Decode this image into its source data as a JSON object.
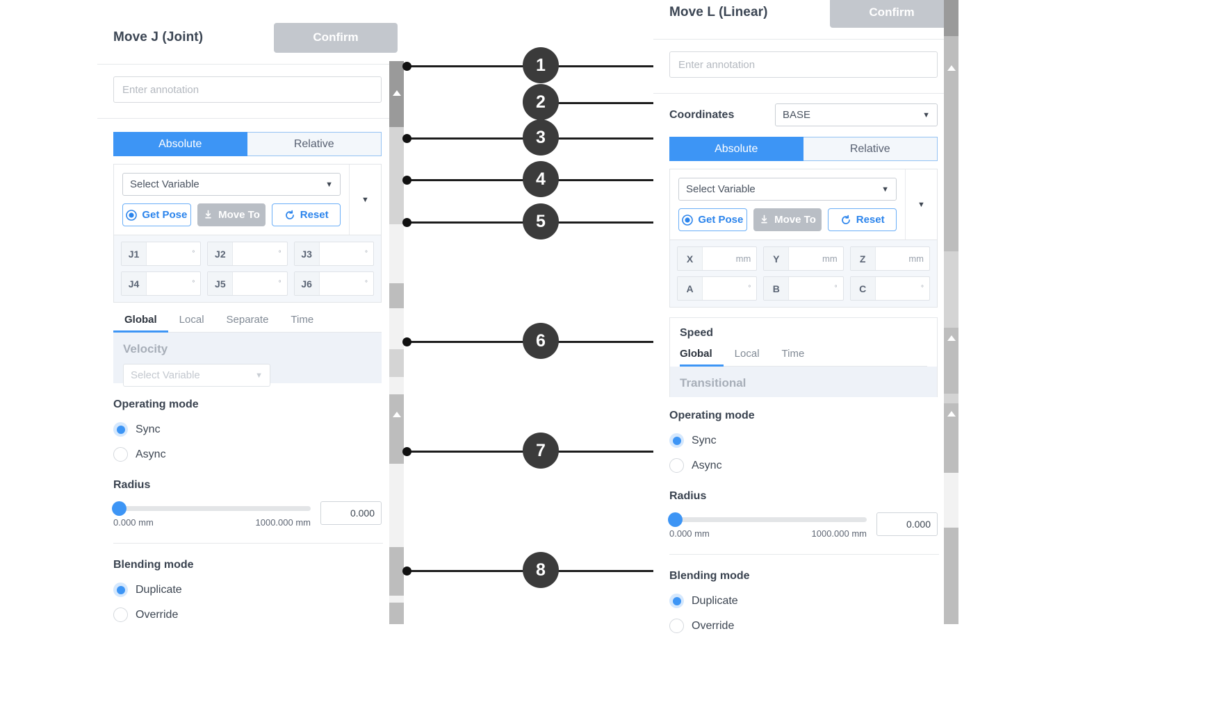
{
  "left_panel": {
    "title": "Move J (Joint)",
    "confirm_label": "Confirm",
    "annotation_placeholder": "Enter annotation",
    "mode_tabs": {
      "absolute": "Absolute",
      "relative": "Relative"
    },
    "variable_select": "Select Variable",
    "buttons": {
      "get_pose": "Get Pose",
      "move_to": "Move To",
      "reset": "Reset"
    },
    "pose_fields": [
      {
        "key": "J1",
        "value": "",
        "unit": "°"
      },
      {
        "key": "J2",
        "value": "",
        "unit": "°"
      },
      {
        "key": "J3",
        "value": "",
        "unit": "°"
      },
      {
        "key": "J4",
        "value": "",
        "unit": "°"
      },
      {
        "key": "J5",
        "value": "",
        "unit": "°"
      },
      {
        "key": "J6",
        "value": "",
        "unit": "°"
      }
    ],
    "speed_tabs": [
      "Global",
      "Local",
      "Separate",
      "Time"
    ],
    "speed_active_tab": "Global",
    "velocity_label": "Velocity",
    "velocity_select": "Select Variable",
    "operating_mode": {
      "title": "Operating mode",
      "options": [
        "Sync",
        "Async"
      ],
      "selected": "Sync"
    },
    "radius": {
      "title": "Radius",
      "min_label": "0.000 mm",
      "max_label": "1000.000 mm",
      "value": "0.000"
    },
    "blending_mode": {
      "title": "Blending mode",
      "options": [
        "Duplicate",
        "Override"
      ],
      "selected": "Duplicate"
    }
  },
  "right_panel": {
    "title": "Move L (Linear)",
    "confirm_label": "Confirm",
    "annotation_placeholder": "Enter annotation",
    "coordinates_label": "Coordinates",
    "coordinates_value": "BASE",
    "mode_tabs": {
      "absolute": "Absolute",
      "relative": "Relative"
    },
    "variable_select": "Select Variable",
    "buttons": {
      "get_pose": "Get Pose",
      "move_to": "Move To",
      "reset": "Reset"
    },
    "pose_fields": [
      {
        "key": "X",
        "value": "",
        "unit": "mm"
      },
      {
        "key": "Y",
        "value": "",
        "unit": "mm"
      },
      {
        "key": "Z",
        "value": "",
        "unit": "mm"
      },
      {
        "key": "A",
        "value": "",
        "unit": "°"
      },
      {
        "key": "B",
        "value": "",
        "unit": "°"
      },
      {
        "key": "C",
        "value": "",
        "unit": "°"
      }
    ],
    "speed_title": "Speed",
    "speed_tabs": [
      "Global",
      "Local",
      "Time"
    ],
    "speed_active_tab": "Global",
    "transitional_label": "Transitional",
    "operating_mode": {
      "title": "Operating mode",
      "options": [
        "Sync",
        "Async"
      ],
      "selected": "Sync"
    },
    "radius": {
      "title": "Radius",
      "min_label": "0.000 mm",
      "max_label": "1000.000 mm",
      "value": "0.000"
    },
    "blending_mode": {
      "title": "Blending mode",
      "options": [
        "Duplicate",
        "Override"
      ],
      "selected": "Duplicate"
    }
  },
  "callouts": [
    {
      "number": "1"
    },
    {
      "number": "2"
    },
    {
      "number": "3"
    },
    {
      "number": "4"
    },
    {
      "number": "5"
    },
    {
      "number": "6"
    },
    {
      "number": "7"
    },
    {
      "number": "8"
    }
  ],
  "colors": {
    "accent": "#3d95f5",
    "confirm_gray": "#c3c7cd",
    "callout_dark": "#3b3b3b",
    "pane_bg": "#eef2f8"
  }
}
